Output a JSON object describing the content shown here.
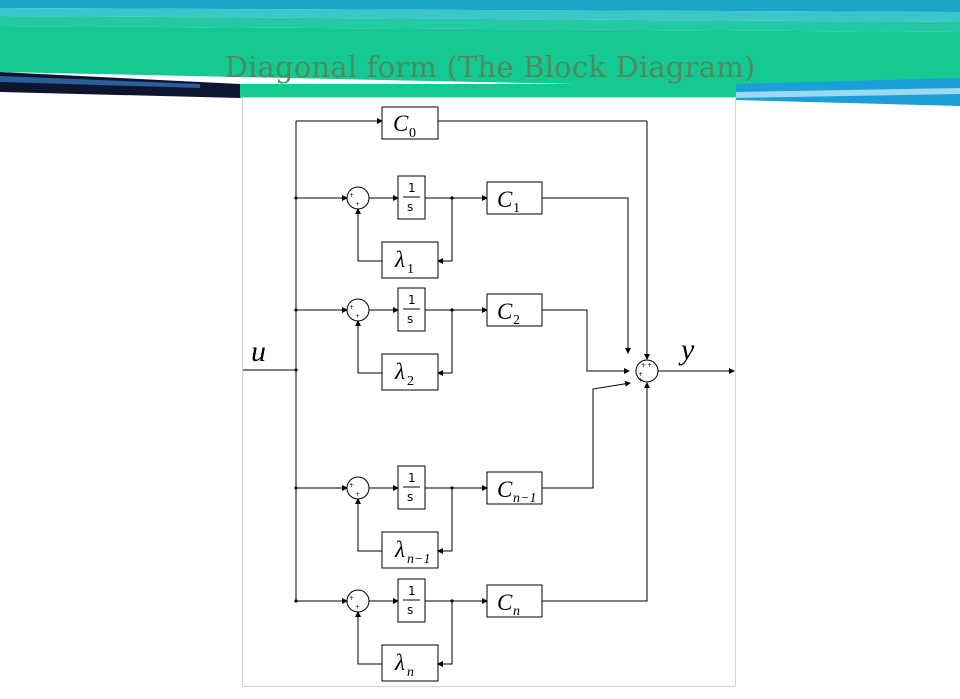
{
  "slide": {
    "title": "Diagonal form (The Block Diagram)",
    "colors": {
      "banner_teal": "#1ec8a0",
      "banner_blue": "#1a9fd8",
      "title_text": "#4f8a5e"
    }
  },
  "diagram": {
    "input_label": "u",
    "output_label": "y",
    "direct_gain": {
      "symbol": "C",
      "subscript": "0"
    },
    "integrator": {
      "numerator": "1",
      "denominator": "s"
    },
    "sum_signs": "+",
    "output_sum_signs": "+ + + +",
    "branches": [
      {
        "gain": {
          "symbol": "C",
          "subscript": "1"
        },
        "feedback": {
          "symbol": "λ",
          "subscript": "1"
        }
      },
      {
        "gain": {
          "symbol": "C",
          "subscript": "2"
        },
        "feedback": {
          "symbol": "λ",
          "subscript": "2"
        }
      },
      {
        "gain": {
          "symbol": "C",
          "subscript": "n−1"
        },
        "feedback": {
          "symbol": "λ",
          "subscript": "n−1"
        }
      },
      {
        "gain": {
          "symbol": "C",
          "subscript": "n"
        },
        "feedback": {
          "symbol": "λ",
          "subscript": "n"
        }
      }
    ]
  }
}
